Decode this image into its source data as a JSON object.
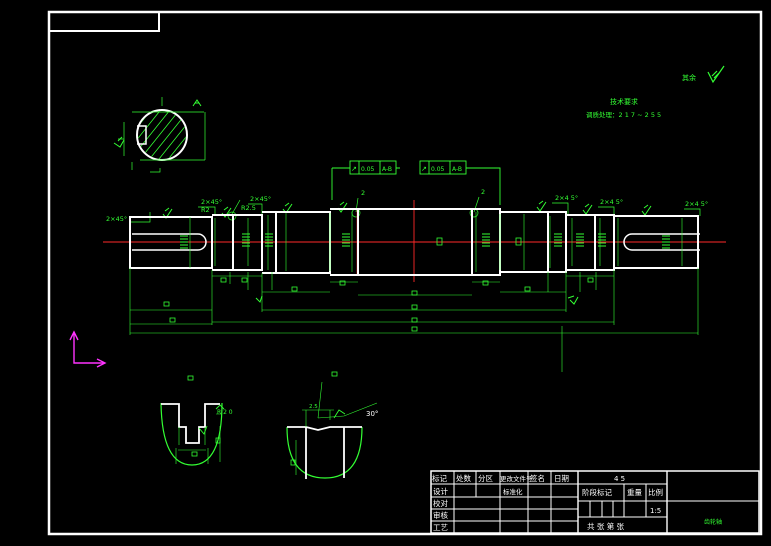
{
  "tech_notes": {
    "heading": "技术要求",
    "line1": "调质处理：2 1 7 ~ 2 5 5"
  },
  "roughness_rest": "其余",
  "chamfer_2x45": "2×45°",
  "chamfer_2x45b": "2×4 5°",
  "radius_r2": "R2",
  "radius_r2_5": "R2.5",
  "callout_2": "2",
  "runout_1": {
    "symbol": "↗",
    "value": "0.05",
    "datum": "A-B"
  },
  "runout_2": {
    "symbol": "↗",
    "value": "0.05",
    "datum": "A-B"
  },
  "sec1_note": "R 2 0",
  "sec2_angle": "30°",
  "sec2_dim": "2.5",
  "title_block": {
    "r1": [
      "标记",
      "处数",
      "分区",
      "更改文件号",
      "签名",
      "日期"
    ],
    "design": "设计",
    "check": "校对",
    "review": "审核",
    "process": "工艺",
    "std": "标准化",
    "material": "4 5",
    "stage_mark": "阶段标记",
    "weight": "重量",
    "scale": "比例",
    "scale_value": "1:5",
    "sheets": "共  张  第  张",
    "drawing_name": "齿轮轴"
  }
}
